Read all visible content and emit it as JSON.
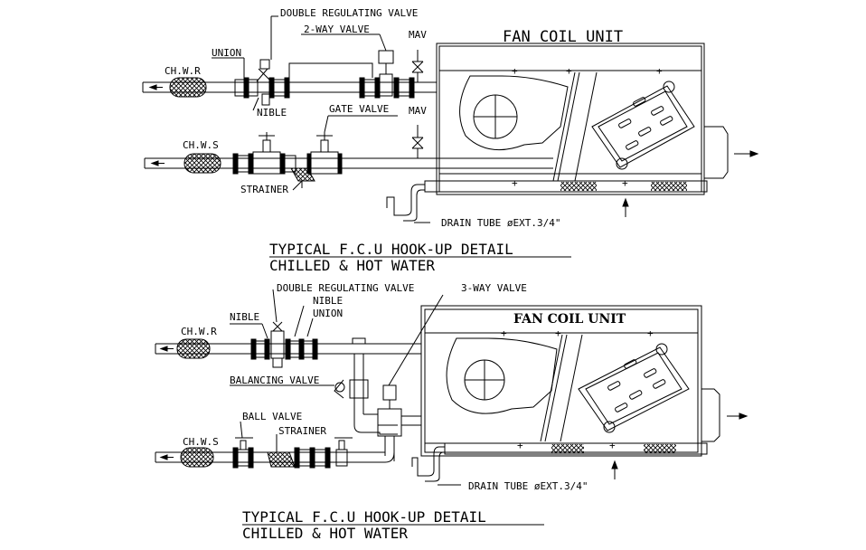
{
  "detail_1": {
    "unit_title": "FAN COIL UNIT",
    "labels": {
      "double_regulating_valve": "DOUBLE REGULATING VALVE",
      "two_way_valve": "2-WAY VALVE",
      "union": "UNION",
      "mav_top": "MAV",
      "mav_bottom": "MAV",
      "chwr": "CH.W.R",
      "nible": "NIBLE",
      "gate_valve": "GATE VALVE",
      "chws": "CH.W.S",
      "strainer": "STRAINER",
      "drain_tube": "DRAIN TUBE øEXT.3/4\""
    },
    "title_line1": "TYPICAL F.C.U HOOK-UP DETAIL",
    "title_line2": "CHILLED & HOT WATER"
  },
  "detail_2": {
    "unit_title": "FAN COIL UNIT",
    "labels": {
      "double_regulating_valve": "DOUBLE REGULATING VALVE",
      "three_way_valve": "3-WAY VALVE",
      "nible_top": "NIBLE",
      "nible_left": "NIBLE",
      "union": "UNION",
      "chwr": "CH.W.R",
      "balancing_valve": "BALANCING VALVE",
      "ball_valve": "BALL VALVE",
      "strainer": "STRAINER",
      "chws": "CH.W.S",
      "drain_tube": "DRAIN TUBE øEXT.3/4\""
    },
    "title_line1": "TYPICAL F.C.U HOOK-UP DETAIL",
    "title_line2": "CHILLED & HOT WATER"
  }
}
